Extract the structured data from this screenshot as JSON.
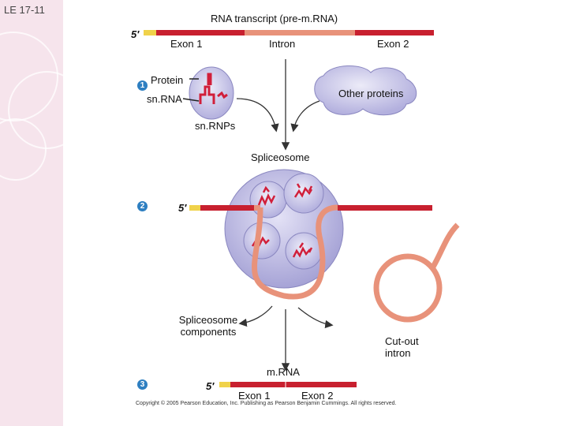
{
  "slide_title": "LE 17-11",
  "labels": {
    "pre_mrna": "RNA transcript (pre-m.RNA)",
    "five_prime_1": "5′",
    "exon1": "Exon 1",
    "intron": "Intron",
    "exon2": "Exon 2",
    "protein": "Protein",
    "snrna": "sn.RNA",
    "other_proteins": "Other proteins",
    "snrnps": "sn.RNPs",
    "spliceosome": "Spliceosome",
    "five_prime_2": "5′",
    "spliceosome_components": "Spliceosome components",
    "cut_out_intron": "Cut-out intron",
    "mrna": "m.RNA",
    "five_prime_3": "5′",
    "exon1_final": "Exon 1",
    "exon2_final": "Exon 2"
  },
  "steps": [
    "1",
    "2",
    "3"
  ],
  "copyright": "Copyright © 2005 Pearson Education, Inc. Publishing as Pearson Benjamin Cummings. All rights reserved.",
  "colors": {
    "exon": "#c8202f",
    "intron": "#e8927a",
    "snrnp": "#a9a6d8",
    "step_badge": "#2e7fc1",
    "sidebar": "#f6e4ec"
  }
}
